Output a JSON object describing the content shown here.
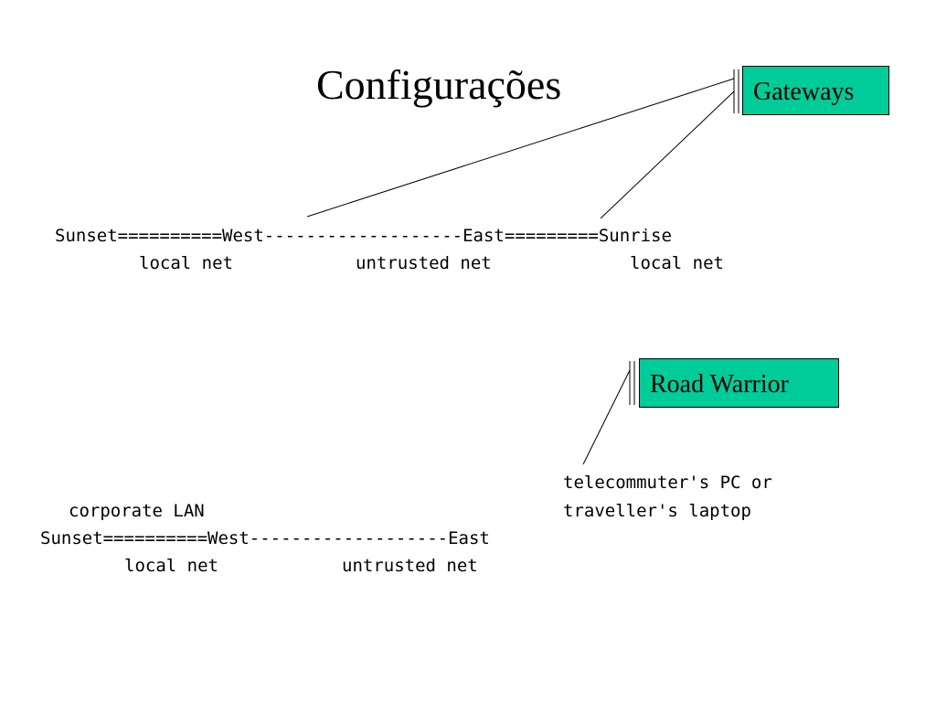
{
  "title": "Configurações",
  "callouts": {
    "gateways": "Gateways",
    "road_warrior": "Road Warrior"
  },
  "config1": {
    "chain": "Sunset==========West-------------------East=========Sunrise",
    "labels": {
      "left": "local net",
      "middle": "untrusted net",
      "right": "local net"
    }
  },
  "config2": {
    "device_line1": "telecommuter's PC or",
    "device_line2": "traveller's laptop",
    "corp": "corporate LAN",
    "chain": "Sunset==========West-------------------East",
    "labels": {
      "left": "local net",
      "middle": "untrusted net"
    }
  }
}
